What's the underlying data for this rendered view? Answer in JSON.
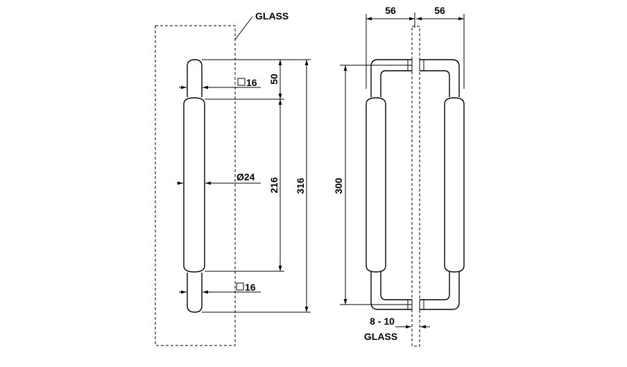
{
  "drawing": {
    "side_view": {
      "glass_label": "GLASS",
      "square_top": "16",
      "square_bottom": "16",
      "dim_50": "50",
      "diameter": "Ø24",
      "dim_216": "216",
      "dim_316": "316"
    },
    "front_view": {
      "dim_left": "56",
      "dim_right": "56",
      "dim_300": "300",
      "glass_thickness": "8 - 10",
      "glass_label": "GLASS"
    }
  }
}
